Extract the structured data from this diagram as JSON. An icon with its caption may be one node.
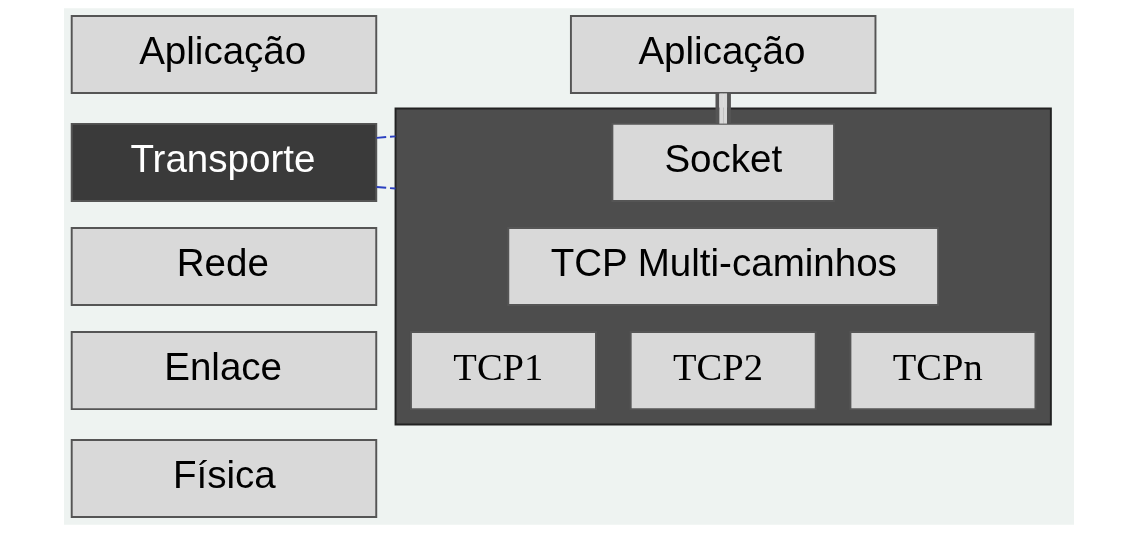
{
  "diagram": {
    "nodes": [
      {
        "text": [
          "Aplicação"
        ]
      },
      {
        "text": [
          "Transporte"
        ]
      },
      {
        "text": [
          "Rede"
        ]
      },
      {
        "text": [
          "Enlace"
        ]
      },
      {
        "text": [
          "Física"
        ]
      },
      {
        "text": [
          "Aplicação"
        ]
      },
      {
        "text": [],
        "shape": "box"
      },
      {
        "text": [
          "Socket"
        ],
        "in": 6
      },
      {
        "text": [
          "TCP Multi-caminhos"
        ],
        "in": 6
      },
      {
        "text": [
          "TCP1"
        ],
        "in": 6
      },
      {
        "text": [
          "TCP2"
        ],
        "in": 6
      },
      {
        "text": [
          "TCPn"
        ],
        "in": 6
      }
    ],
    "edges": [
      {
        "from": 5,
        "to": 7,
        "arrow": "none",
        "style": "thick",
        "color": "#555555"
      },
      {
        "from": 1,
        "to": 6,
        "arrow": "none",
        "style": "dashed"
      },
      {
        "from": 1,
        "to": 6,
        "arrow": "none",
        "style": "dashed"
      }
    ]
  }
}
